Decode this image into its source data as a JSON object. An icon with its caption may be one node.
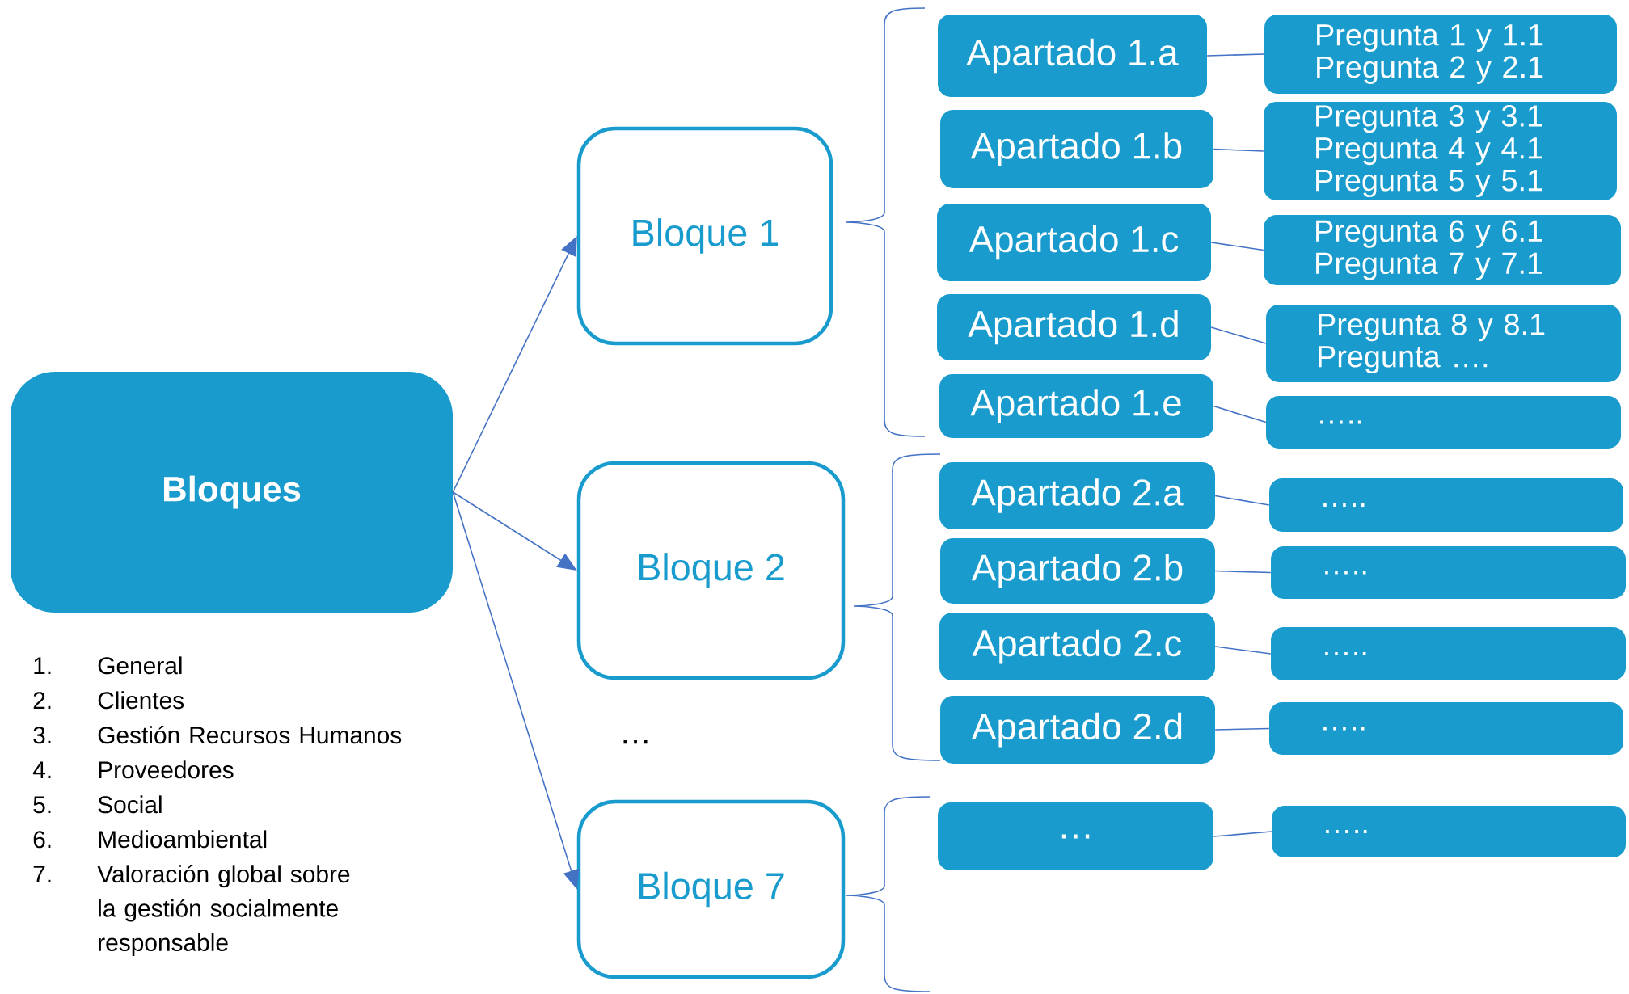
{
  "diagram": {
    "nodes": [
      {
        "text": [
          "Bloques"
        ]
      },
      {
        "text": [
          "Bloque 1"
        ]
      },
      {
        "text": [
          "Bloque 2"
        ]
      },
      {
        "text": [
          "Bloque 7"
        ]
      },
      {
        "text": [
          "Apartado 1.a"
        ]
      },
      {
        "text": [
          "Apartado 1.b"
        ]
      },
      {
        "text": [
          "Apartado 1.c"
        ]
      },
      {
        "text": [
          "Apartado 1.d"
        ]
      },
      {
        "text": [
          "Apartado 1.e"
        ]
      },
      {
        "text": [
          "Apartado 2.a"
        ]
      },
      {
        "text": [
          "Apartado 2.b"
        ]
      },
      {
        "text": [
          "Apartado 2.c"
        ]
      },
      {
        "text": [
          "Apartado 2.d"
        ]
      },
      {
        "text": [
          "…"
        ]
      },
      {
        "text": [
          "Pregunta 1 y 1.1",
          "Pregunta 2 y 2.1"
        ]
      },
      {
        "text": [
          "Pregunta 3 y 3.1",
          "Pregunta 4 y 4.1",
          "Pregunta 5 y 5.1"
        ]
      },
      {
        "text": [
          "Pregunta 6 y 6.1",
          "Pregunta 7 y 7.1"
        ]
      },
      {
        "text": [
          "Pregunta 8 y 8.1",
          "Pregunta …."
        ]
      },
      {
        "text": [
          "….."
        ]
      },
      {
        "text": [
          "….."
        ]
      },
      {
        "text": [
          "….."
        ]
      },
      {
        "text": [
          "….."
        ]
      },
      {
        "text": [
          "….."
        ]
      },
      {
        "text": [
          "….."
        ]
      }
    ],
    "edges": [
      {
        "from": 0,
        "to": 1,
        "arrow": "to"
      },
      {
        "from": 0,
        "to": 2,
        "arrow": "to"
      },
      {
        "from": 0,
        "to": 3,
        "arrow": "to"
      },
      {
        "from": 4,
        "to": 14,
        "arrow": "none"
      },
      {
        "from": 5,
        "to": 15,
        "arrow": "none"
      },
      {
        "from": 6,
        "to": 16,
        "arrow": "none"
      },
      {
        "from": 7,
        "to": 17,
        "arrow": "none"
      },
      {
        "from": 8,
        "to": 18,
        "arrow": "none"
      },
      {
        "from": 9,
        "to": 19,
        "arrow": "none"
      },
      {
        "from": 10,
        "to": 20,
        "arrow": "none"
      },
      {
        "from": 11,
        "to": 21,
        "arrow": "none"
      },
      {
        "from": 12,
        "to": 22,
        "arrow": "none"
      },
      {
        "from": 13,
        "to": 23,
        "arrow": "none"
      }
    ],
    "labels": [
      "1.",
      "General",
      "2.",
      "Clientes",
      "3.",
      "Gestión Recursos Humanos",
      "4.",
      "Proveedores",
      "5.",
      "Social",
      "6.",
      "Medioambiental",
      "…",
      "7.",
      "Valoración global sobre la gestión socialmente responsable"
    ]
  }
}
